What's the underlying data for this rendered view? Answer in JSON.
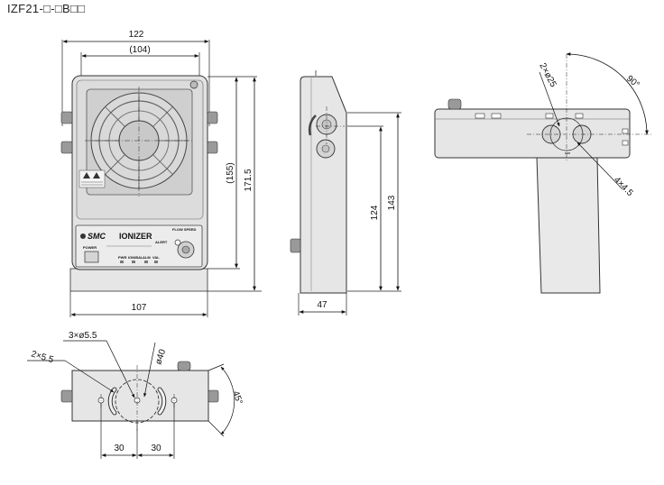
{
  "title": "IZF21-□-□B□□",
  "front_view": {
    "width_overall": "122",
    "width_grille": "(104)",
    "width_base": "107",
    "height_body": "(155)",
    "height_overall": "171.5"
  },
  "front_panel": {
    "brand": "SMC",
    "product": "IONIZER",
    "panel_labels": [
      "POWER",
      "ALERT",
      "FLOW SPEED",
      "PWR",
      "ION/BAL",
      "ALM",
      "VAL"
    ]
  },
  "side_view": {
    "pivot_height": "124",
    "overall_height": "143",
    "depth": "47"
  },
  "top_view": {
    "hole_note": "2×ø25",
    "slot_note": "4×4.5",
    "angle": "90°"
  },
  "bottom_view": {
    "hole_note": "3×ø5.5",
    "slot_note": "2×5.5",
    "circle_note": "ø40",
    "angle": "45°",
    "pitch_left": "30",
    "pitch_right": "30"
  }
}
